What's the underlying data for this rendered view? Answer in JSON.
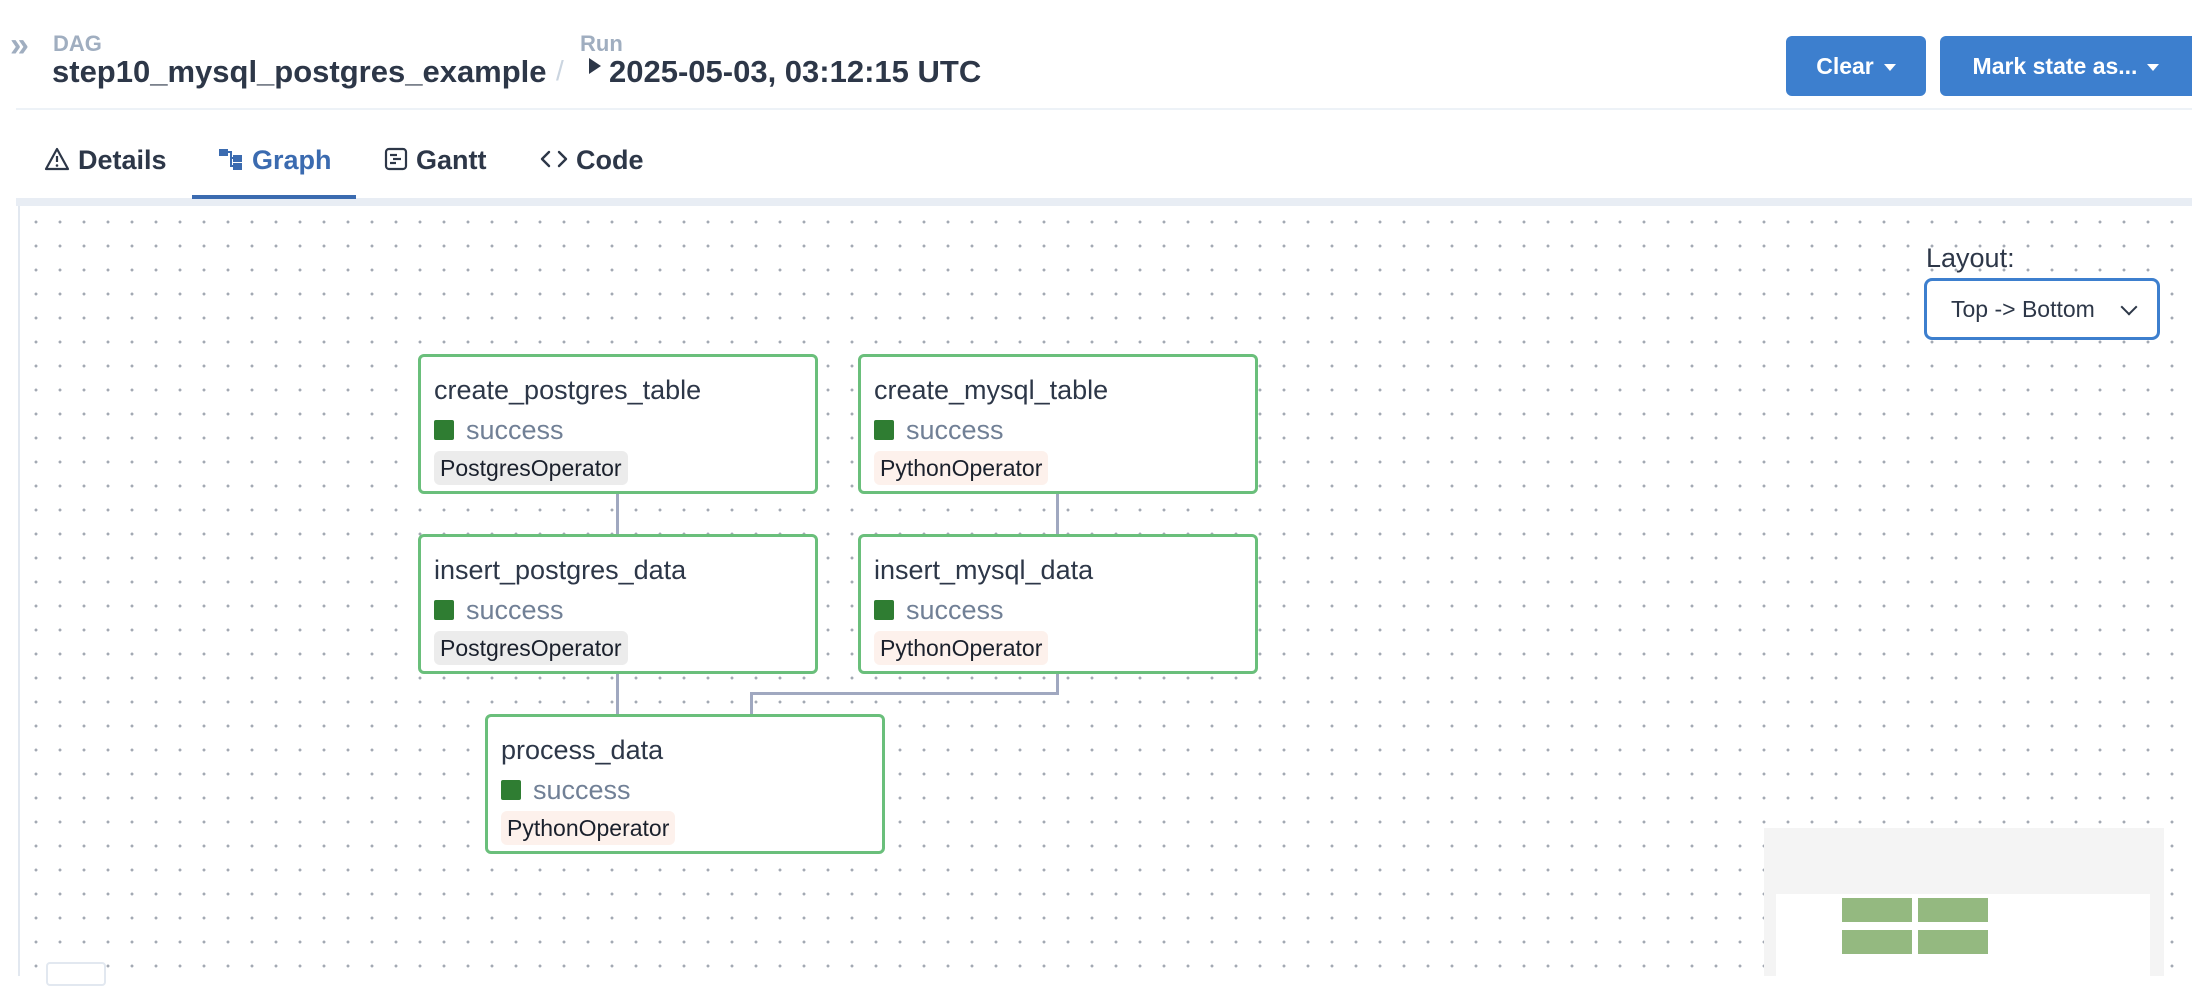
{
  "breadcrumb": {
    "dag_label": "DAG",
    "dag_name": "step10_mysql_postgres_example",
    "separator": "/",
    "run_label": "Run",
    "run_value": "2025-05-03, 03:12:15 UTC"
  },
  "actions": {
    "clear_label": "Clear",
    "mark_state_label": "Mark state as..."
  },
  "tabs": [
    {
      "label": "Details",
      "icon": "warning-triangle-icon",
      "active": false
    },
    {
      "label": "Graph",
      "icon": "graph-icon",
      "active": true
    },
    {
      "label": "Gantt",
      "icon": "gantt-icon",
      "active": false
    },
    {
      "label": "Code",
      "icon": "code-icon",
      "active": false
    }
  ],
  "layout": {
    "label": "Layout:",
    "selected": "Top -> Bottom"
  },
  "nodes": [
    {
      "name": "create_postgres_table",
      "state": "success",
      "operator": "PostgresOperator"
    },
    {
      "name": "create_mysql_table",
      "state": "success",
      "operator": "PythonOperator"
    },
    {
      "name": "insert_postgres_data",
      "state": "success",
      "operator": "PostgresOperator"
    },
    {
      "name": "insert_mysql_data",
      "state": "success",
      "operator": "PythonOperator"
    },
    {
      "name": "process_data",
      "state": "success",
      "operator": "PythonOperator"
    }
  ],
  "colors": {
    "accent": "#3d7fce",
    "active_tab": "#3b6bb0",
    "node_border": "#6abf7b",
    "success": "#2f7d32",
    "edge": "#a0a8c0"
  }
}
